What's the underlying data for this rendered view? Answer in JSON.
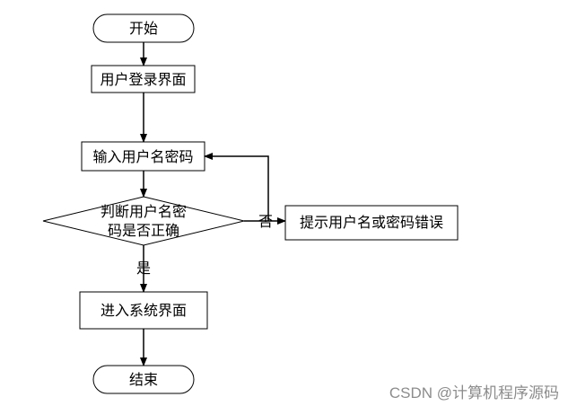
{
  "flowchart": {
    "start": "开始",
    "login_screen": "用户登录界面",
    "input_credentials": "输入用户名密码",
    "decision_line1": "判断用户名密",
    "decision_line2": "码是否正确",
    "no_label": "否",
    "yes_label": "是",
    "error_prompt": "提示用户名或密码错误",
    "enter_system": "进入系统界面",
    "end": "结束"
  },
  "watermark": "CSDN @计算机程序源码"
}
